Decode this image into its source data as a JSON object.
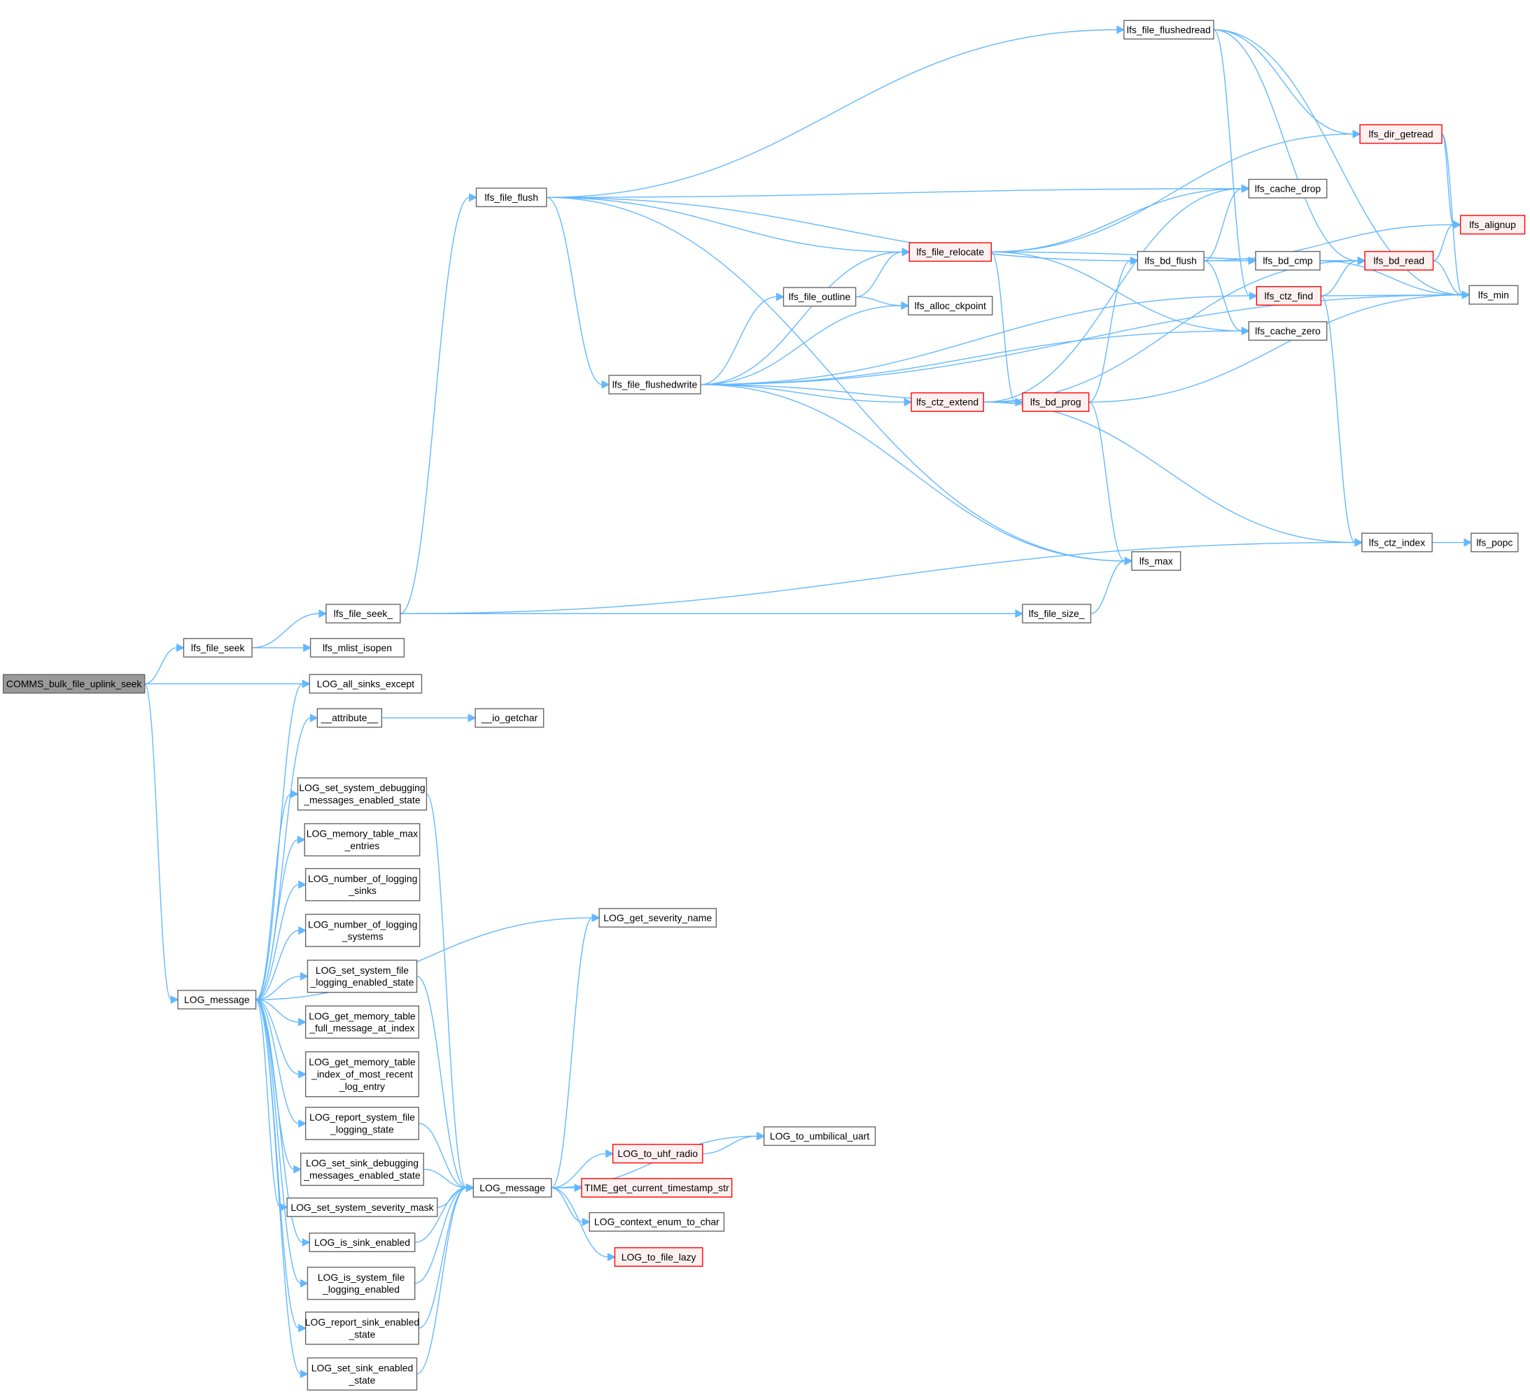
{
  "title": "COMMS_bulk_file_uplink_seek call graph",
  "colors": {
    "edge": "#63b8ff",
    "border": "#666666",
    "highlight_border": "#ff0000",
    "root_fill": "#999999"
  },
  "nodes": [
    {
      "id": "root",
      "label": [
        "COMMS_bulk_file_uplink_seek"
      ],
      "style": "grey"
    },
    {
      "id": "lfs_file_seek",
      "label": [
        "lfs_file_seek"
      ]
    },
    {
      "id": "lfs_mlist_isopen",
      "label": [
        "lfs_mlist_isopen"
      ]
    },
    {
      "id": "log_all_sinks_except",
      "label": [
        "LOG_all_sinks_except"
      ]
    },
    {
      "id": "attribute",
      "label": [
        "__attribute__"
      ]
    },
    {
      "id": "io_getchar",
      "label": [
        "__io_getchar"
      ]
    },
    {
      "id": "set_sys_dbg",
      "label": [
        "LOG_set_system_debugging",
        "_messages_enabled_state"
      ]
    },
    {
      "id": "mem_max",
      "label": [
        "LOG_memory_table_max",
        "_entries"
      ]
    },
    {
      "id": "num_sinks",
      "label": [
        "LOG_number_of_logging",
        "_sinks"
      ]
    },
    {
      "id": "num_systems",
      "label": [
        "LOG_number_of_logging",
        "_systems"
      ]
    },
    {
      "id": "set_sys_file",
      "label": [
        "LOG_set_system_file",
        "_logging_enabled_state"
      ]
    },
    {
      "id": "get_full_msg",
      "label": [
        "LOG_get_memory_table",
        "_full_message_at_index"
      ]
    },
    {
      "id": "get_recent",
      "label": [
        "LOG_get_memory_table",
        "_index_of_most_recent",
        "_log_entry"
      ]
    },
    {
      "id": "report_sys_file",
      "label": [
        "LOG_report_system_file",
        "_logging_state"
      ]
    },
    {
      "id": "set_sink_dbg",
      "label": [
        "LOG_set_sink_debugging",
        "_messages_enabled_state"
      ]
    },
    {
      "id": "set_sev_mask",
      "label": [
        "LOG_set_system_severity_mask"
      ]
    },
    {
      "id": "is_sink_enabled",
      "label": [
        "LOG_is_sink_enabled"
      ]
    },
    {
      "id": "is_sys_file",
      "label": [
        "LOG_is_system_file",
        "_logging_enabled"
      ]
    },
    {
      "id": "report_sink",
      "label": [
        "LOG_report_sink_enabled",
        "_state"
      ]
    },
    {
      "id": "set_sink",
      "label": [
        "LOG_set_sink_enabled",
        "_state"
      ]
    },
    {
      "id": "log_msg_l",
      "label": [
        "LOG_message"
      ]
    },
    {
      "id": "log_msg_r",
      "label": [
        "LOG_message"
      ]
    },
    {
      "id": "get_sev_name",
      "label": [
        "LOG_get_severity_name"
      ]
    },
    {
      "id": "umbilical",
      "label": [
        "LOG_to_umbilical_uart"
      ]
    },
    {
      "id": "uhf",
      "label": [
        "LOG_to_uhf_radio"
      ],
      "style": "red"
    },
    {
      "id": "timestamp",
      "label": [
        "TIME_get_current_timestamp_str"
      ],
      "style": "red"
    },
    {
      "id": "ctx_enum",
      "label": [
        "LOG_context_enum_to_char"
      ]
    },
    {
      "id": "file_lazy",
      "label": [
        "LOG_to_file_lazy"
      ],
      "style": "red"
    },
    {
      "id": "lfs_file_seek_",
      "label": [
        "lfs_file_seek_"
      ]
    },
    {
      "id": "lfs_file_size_",
      "label": [
        "lfs_file_size_"
      ]
    },
    {
      "id": "lfs_file_flush",
      "label": [
        "lfs_file_flush"
      ]
    },
    {
      "id": "lfs_file_flushedread",
      "label": [
        "lfs_file_flushedread"
      ]
    },
    {
      "id": "lfs_file_flushedwrite",
      "label": [
        "lfs_file_flushedwrite"
      ]
    },
    {
      "id": "lfs_file_outline",
      "label": [
        "lfs_file_outline"
      ]
    },
    {
      "id": "lfs_file_relocate",
      "label": [
        "lfs_file_relocate"
      ],
      "style": "red"
    },
    {
      "id": "lfs_alloc_ckpoint",
      "label": [
        "lfs_alloc_ckpoint"
      ]
    },
    {
      "id": "lfs_ctz_extend",
      "label": [
        "lfs_ctz_extend"
      ],
      "style": "red"
    },
    {
      "id": "lfs_bd_prog",
      "label": [
        "lfs_bd_prog"
      ],
      "style": "red"
    },
    {
      "id": "lfs_bd_flush",
      "label": [
        "lfs_bd_flush"
      ]
    },
    {
      "id": "lfs_bd_cmp",
      "label": [
        "lfs_bd_cmp"
      ]
    },
    {
      "id": "lfs_cache_drop",
      "label": [
        "lfs_cache_drop"
      ]
    },
    {
      "id": "lfs_cache_zero",
      "label": [
        "lfs_cache_zero"
      ]
    },
    {
      "id": "lfs_dir_getread",
      "label": [
        "lfs_dir_getread"
      ],
      "style": "red"
    },
    {
      "id": "lfs_bd_read",
      "label": [
        "lfs_bd_read"
      ],
      "style": "red"
    },
    {
      "id": "lfs_ctz_find",
      "label": [
        "lfs_ctz_find"
      ],
      "style": "red"
    },
    {
      "id": "lfs_alignup",
      "label": [
        "lfs_alignup"
      ],
      "style": "red"
    },
    {
      "id": "lfs_min",
      "label": [
        "lfs_min"
      ]
    },
    {
      "id": "lfs_ctz_index",
      "label": [
        "lfs_ctz_index"
      ]
    },
    {
      "id": "lfs_popc",
      "label": [
        "lfs_popc"
      ]
    },
    {
      "id": "lfs_max",
      "label": [
        "lfs_max"
      ]
    }
  ],
  "edges": [
    [
      "root",
      "lfs_file_seek"
    ],
    [
      "root",
      "log_all_sinks_except"
    ],
    [
      "root",
      "log_msg_l"
    ],
    [
      "lfs_file_seek",
      "lfs_file_seek_"
    ],
    [
      "lfs_file_seek",
      "lfs_mlist_isopen"
    ],
    [
      "lfs_file_seek_",
      "lfs_file_flush"
    ],
    [
      "lfs_file_seek_",
      "lfs_file_size_"
    ],
    [
      "lfs_file_seek_",
      "lfs_ctz_index"
    ],
    [
      "lfs_file_size_",
      "lfs_max"
    ],
    [
      "lfs_file_flush",
      "lfs_file_flushedread"
    ],
    [
      "lfs_file_flush",
      "lfs_cache_drop"
    ],
    [
      "lfs_file_flush",
      "lfs_file_relocate"
    ],
    [
      "lfs_file_flush",
      "lfs_bd_flush"
    ],
    [
      "lfs_file_flush",
      "lfs_file_flushedwrite"
    ],
    [
      "lfs_file_flush",
      "lfs_max"
    ],
    [
      "lfs_file_flushedread",
      "lfs_min"
    ],
    [
      "lfs_file_flushedread",
      "lfs_dir_getread"
    ],
    [
      "lfs_file_flushedread",
      "lfs_bd_read"
    ],
    [
      "lfs_file_flushedread",
      "lfs_ctz_find"
    ],
    [
      "lfs_file_flushedwrite",
      "lfs_file_relocate"
    ],
    [
      "lfs_file_flushedwrite",
      "lfs_file_outline"
    ],
    [
      "lfs_file_flushedwrite",
      "lfs_alloc_ckpoint"
    ],
    [
      "lfs_file_flushedwrite",
      "lfs_ctz_find"
    ],
    [
      "lfs_file_flushedwrite",
      "lfs_ctz_extend"
    ],
    [
      "lfs_file_flushedwrite",
      "lfs_bd_prog"
    ],
    [
      "lfs_file_flushedwrite",
      "lfs_cache_zero"
    ],
    [
      "lfs_file_flushedwrite",
      "lfs_min"
    ],
    [
      "lfs_file_flushedwrite",
      "lfs_max"
    ],
    [
      "lfs_file_outline",
      "lfs_file_relocate"
    ],
    [
      "lfs_file_outline",
      "lfs_alloc_ckpoint"
    ],
    [
      "lfs_file_relocate",
      "lfs_dir_getread"
    ],
    [
      "lfs_file_relocate",
      "lfs_bd_read"
    ],
    [
      "lfs_file_relocate",
      "lfs_cache_drop"
    ],
    [
      "lfs_file_relocate",
      "lfs_cache_zero"
    ],
    [
      "lfs_file_relocate",
      "lfs_bd_prog"
    ],
    [
      "lfs_ctz_extend",
      "lfs_bd_prog"
    ],
    [
      "lfs_ctz_extend",
      "lfs_cache_drop"
    ],
    [
      "lfs_ctz_extend",
      "lfs_bd_read"
    ],
    [
      "lfs_ctz_extend",
      "lfs_ctz_index"
    ],
    [
      "lfs_bd_prog",
      "lfs_bd_flush"
    ],
    [
      "lfs_bd_prog",
      "lfs_min"
    ],
    [
      "lfs_bd_prog",
      "lfs_max"
    ],
    [
      "lfs_bd_flush",
      "lfs_cache_drop"
    ],
    [
      "lfs_bd_flush",
      "lfs_bd_cmp"
    ],
    [
      "lfs_bd_flush",
      "lfs_cache_zero"
    ],
    [
      "lfs_bd_flush",
      "lfs_alignup"
    ],
    [
      "lfs_bd_cmp",
      "lfs_bd_read"
    ],
    [
      "lfs_bd_cmp",
      "lfs_min"
    ],
    [
      "lfs_dir_getread",
      "lfs_alignup"
    ],
    [
      "lfs_dir_getread",
      "lfs_min"
    ],
    [
      "lfs_bd_read",
      "lfs_alignup"
    ],
    [
      "lfs_bd_read",
      "lfs_min"
    ],
    [
      "lfs_ctz_find",
      "lfs_bd_read"
    ],
    [
      "lfs_ctz_find",
      "lfs_min"
    ],
    [
      "lfs_ctz_find",
      "lfs_ctz_index"
    ],
    [
      "lfs_ctz_index",
      "lfs_popc"
    ],
    [
      "attribute",
      "io_getchar"
    ],
    [
      "log_msg_l",
      "log_all_sinks_except"
    ],
    [
      "log_msg_l",
      "attribute"
    ],
    [
      "log_msg_l",
      "get_sev_name"
    ],
    [
      "log_msg_l",
      "set_sys_dbg"
    ],
    [
      "log_msg_l",
      "mem_max"
    ],
    [
      "log_msg_l",
      "num_sinks"
    ],
    [
      "log_msg_l",
      "num_systems"
    ],
    [
      "log_msg_l",
      "set_sys_file"
    ],
    [
      "log_msg_l",
      "get_full_msg"
    ],
    [
      "log_msg_l",
      "get_recent"
    ],
    [
      "log_msg_l",
      "report_sys_file"
    ],
    [
      "log_msg_l",
      "set_sink_dbg"
    ],
    [
      "log_msg_l",
      "set_sev_mask"
    ],
    [
      "log_msg_l",
      "is_sink_enabled"
    ],
    [
      "log_msg_l",
      "is_sys_file"
    ],
    [
      "log_msg_l",
      "report_sink"
    ],
    [
      "log_msg_l",
      "set_sink"
    ],
    [
      "set_sys_dbg",
      "log_msg_r"
    ],
    [
      "set_sys_file",
      "log_msg_r"
    ],
    [
      "report_sys_file",
      "log_msg_r"
    ],
    [
      "set_sink_dbg",
      "log_msg_r"
    ],
    [
      "set_sev_mask",
      "log_msg_r"
    ],
    [
      "is_sink_enabled",
      "log_msg_r"
    ],
    [
      "is_sys_file",
      "log_msg_r"
    ],
    [
      "report_sink",
      "log_msg_r"
    ],
    [
      "set_sink",
      "log_msg_r"
    ],
    [
      "log_msg_r",
      "get_sev_name"
    ],
    [
      "log_msg_r",
      "umbilical"
    ],
    [
      "log_msg_r",
      "uhf"
    ],
    [
      "log_msg_r",
      "timestamp"
    ],
    [
      "log_msg_r",
      "ctx_enum"
    ],
    [
      "log_msg_r",
      "file_lazy"
    ],
    [
      "uhf",
      "umbilical"
    ]
  ]
}
